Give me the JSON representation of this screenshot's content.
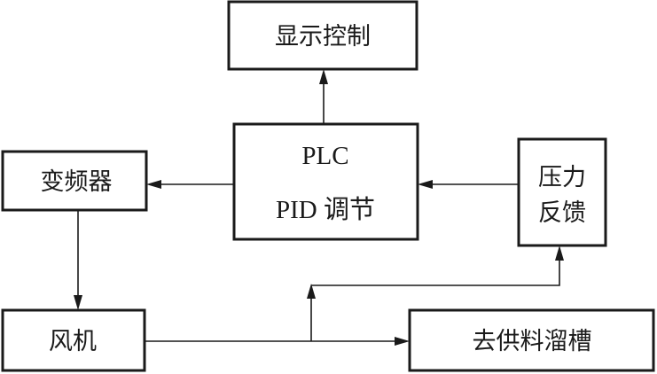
{
  "nodes": {
    "display_control": "显示控制",
    "plc_line1": "PLC",
    "plc_line2": "PID 调节",
    "inverter": "变频器",
    "pressure_feedback_line1": "压力",
    "pressure_feedback_line2": "反馈",
    "fan": "风机",
    "supply_trough": "去供料溜槽"
  },
  "colors": {
    "stroke": "#1a1a1a",
    "background": "#ffffff"
  }
}
